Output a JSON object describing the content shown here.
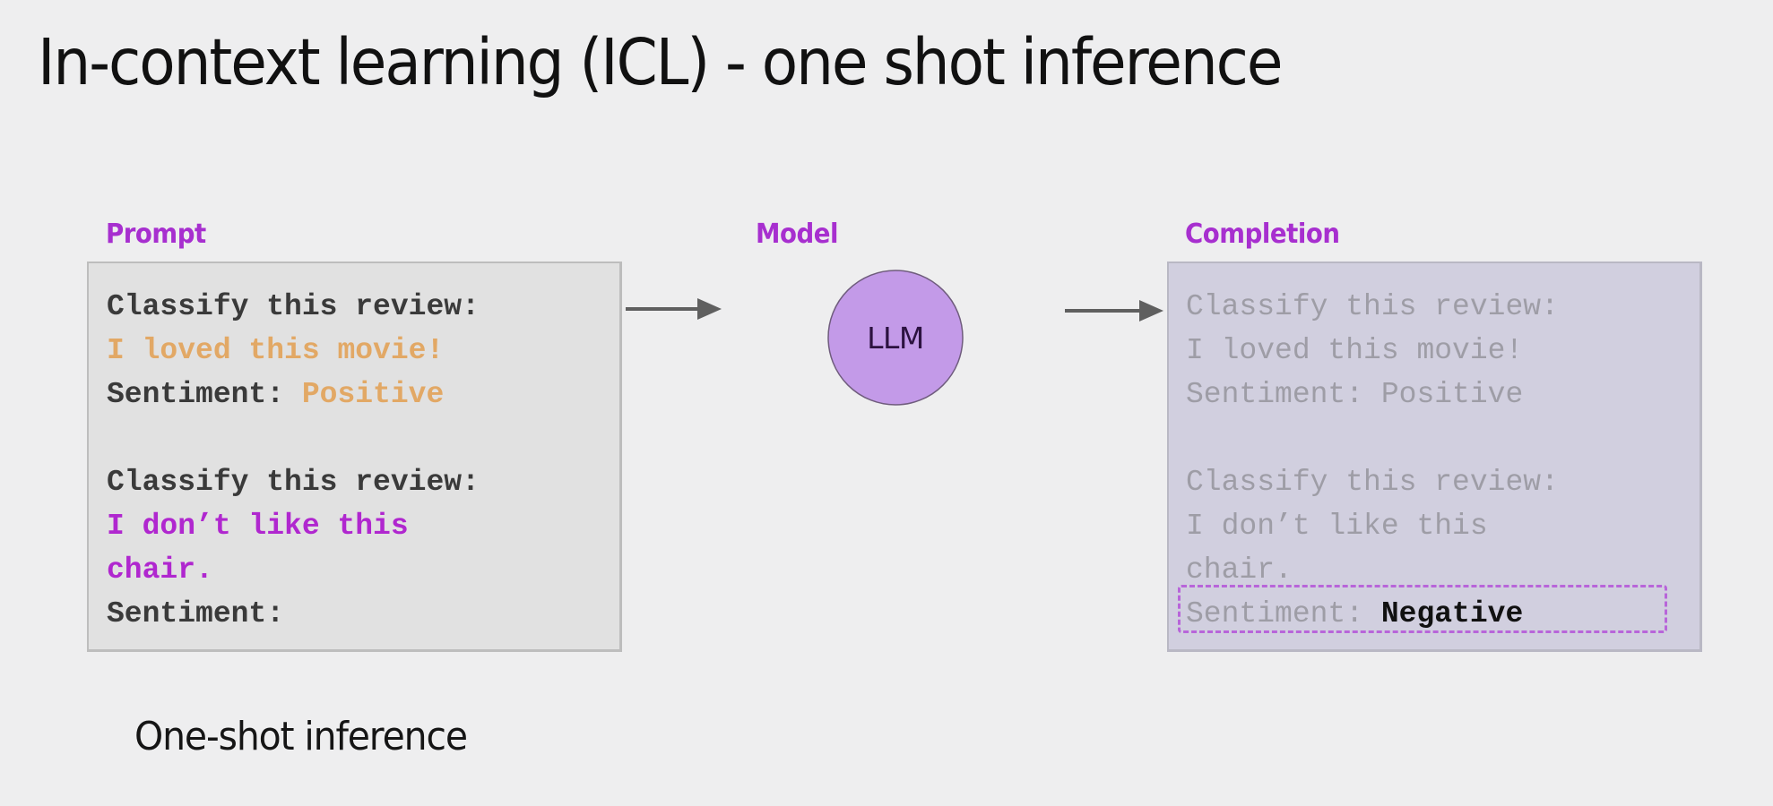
{
  "title": "In-context learning (ICL) - one shot inference",
  "footer": "One-shot inference",
  "colors": {
    "background": "#eeeeef",
    "label_accent": "#a72fcf",
    "positive_example": "#e2a865",
    "target_review": "#b027cf",
    "llm_fill": "#c39ae8",
    "completion_box": "#d1cfdf",
    "highlight_border": "#b865d9",
    "arrow": "#5f5f5f"
  },
  "prompt": {
    "label": "Prompt",
    "lines": [
      {
        "segments": [
          {
            "text": "Classify this review:",
            "style": "dark"
          }
        ]
      },
      {
        "segments": [
          {
            "text": "I loved this movie!",
            "style": "orange"
          }
        ]
      },
      {
        "segments": [
          {
            "text": "Sentiment: ",
            "style": "dark"
          },
          {
            "text": "Positive",
            "style": "orange"
          }
        ]
      },
      {
        "segments": [
          {
            "text": "",
            "style": "dark"
          }
        ]
      },
      {
        "segments": [
          {
            "text": "Classify this review:",
            "style": "dark"
          }
        ]
      },
      {
        "segments": [
          {
            "text": "I don’t like this",
            "style": "magenta"
          }
        ]
      },
      {
        "segments": [
          {
            "text": "chair.",
            "style": "magenta"
          }
        ]
      },
      {
        "segments": [
          {
            "text": "Sentiment:",
            "style": "dark"
          }
        ]
      }
    ]
  },
  "model": {
    "label": "Model",
    "node_text": "LLM"
  },
  "completion": {
    "label": "Completion",
    "lines": [
      {
        "segments": [
          {
            "text": "Classify this review:",
            "style": "faded"
          }
        ]
      },
      {
        "segments": [
          {
            "text": "I loved this movie!",
            "style": "faded"
          }
        ]
      },
      {
        "segments": [
          {
            "text": "Sentiment: Positive",
            "style": "faded"
          }
        ]
      },
      {
        "segments": [
          {
            "text": "",
            "style": "faded"
          }
        ]
      },
      {
        "segments": [
          {
            "text": "Classify this review:",
            "style": "faded"
          }
        ]
      },
      {
        "segments": [
          {
            "text": "I don’t like this",
            "style": "faded"
          }
        ]
      },
      {
        "segments": [
          {
            "text": "chair.",
            "style": "faded"
          }
        ]
      },
      {
        "segments": [
          {
            "text": "Sentiment: ",
            "style": "faded"
          },
          {
            "text": "Negative",
            "style": "black"
          }
        ]
      }
    ],
    "highlighted_line_index": 7
  }
}
